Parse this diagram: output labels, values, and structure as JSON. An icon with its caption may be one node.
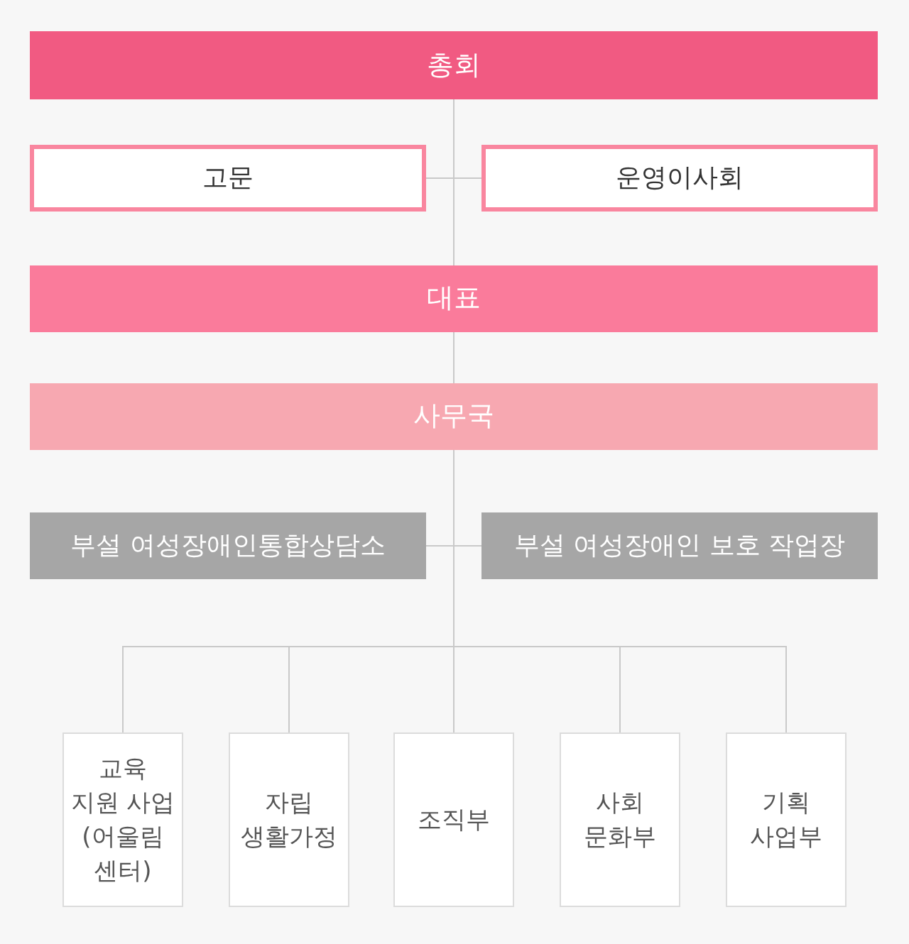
{
  "diagram": {
    "nodes": [
      {
        "text": [
          "총회"
        ]
      },
      {
        "text": [
          "고문"
        ]
      },
      {
        "text": [
          "운영이사회"
        ]
      },
      {
        "text": [
          "대표"
        ]
      },
      {
        "text": [
          "사무국"
        ]
      },
      {
        "text": [
          "부설 여성장애인통합상담소"
        ]
      },
      {
        "text": [
          "부설 여성장애인 보호 작업장"
        ]
      },
      {
        "text": [
          "교육 지원 사업 (어울림 센터)"
        ]
      },
      {
        "text": [
          "자립 생활가정"
        ]
      },
      {
        "text": [
          "조직부"
        ]
      },
      {
        "text": [
          "사회 문화부"
        ]
      },
      {
        "text": [
          "기획 사업부"
        ]
      }
    ],
    "edges": [
      {
        "from": 0,
        "to": 1,
        "arrow": "none"
      },
      {
        "from": 0,
        "to": 2,
        "arrow": "none"
      },
      {
        "from": 0,
        "to": 3,
        "arrow": "none"
      },
      {
        "from": 3,
        "to": 4,
        "arrow": "none"
      },
      {
        "from": 4,
        "to": 5,
        "arrow": "none"
      },
      {
        "from": 4,
        "to": 6,
        "arrow": "none"
      },
      {
        "from": 4,
        "to": 7,
        "arrow": "none"
      },
      {
        "from": 4,
        "to": 8,
        "arrow": "none"
      },
      {
        "from": 4,
        "to": 9,
        "arrow": "none"
      },
      {
        "from": 4,
        "to": 10,
        "arrow": "none"
      },
      {
        "from": 4,
        "to": 11,
        "arrow": "none"
      }
    ]
  }
}
